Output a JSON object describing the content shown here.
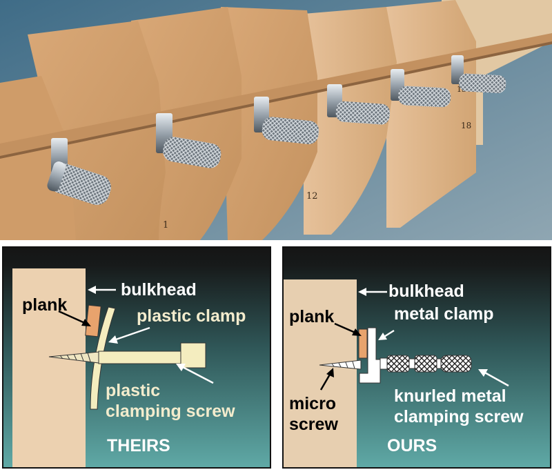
{
  "photo": {
    "bulkhead_numbers": [
      "12",
      "18",
      "13",
      "1"
    ]
  },
  "theirs": {
    "labels": {
      "bulkhead": "bulkhead",
      "plank": "plank",
      "clamp": "plastic clamp",
      "screw_line1": "plastic",
      "screw_line2": "clamping screw",
      "caption": "THEIRS"
    }
  },
  "ours": {
    "labels": {
      "bulkhead": "bulkhead",
      "plank": "plank",
      "clamp": "metal clamp",
      "micro_line1": "micro",
      "micro_line2": "screw",
      "screw_line1": "knurled metal",
      "screw_line2": "clamping screw",
      "caption": "OURS"
    }
  },
  "colors": {
    "panel_top": "#151515",
    "panel_bottom": "#5fa9a6",
    "bulkhead": "#ecd1b0",
    "plank": "#e8a36d",
    "plastic": "#f4edbf",
    "metal": "#ffffff",
    "backdrop": "#5c8196"
  }
}
